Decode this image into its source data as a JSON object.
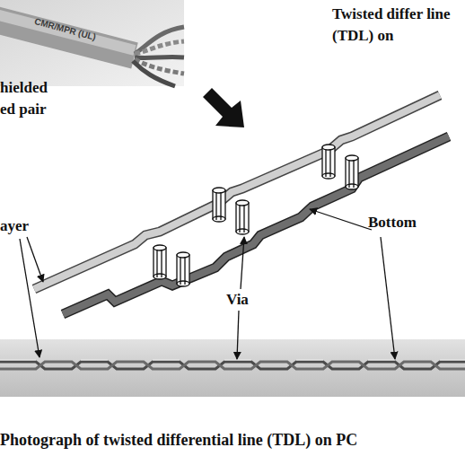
{
  "diagram": {
    "caption": "Photograph of twisted differential line (TDL) on PC",
    "labels": [
      "hielded ed pair",
      "Twisted differ line (TDL) on",
      "ayer",
      "Via",
      "Bottom",
      "CMR/MPR (UL)"
    ]
  }
}
